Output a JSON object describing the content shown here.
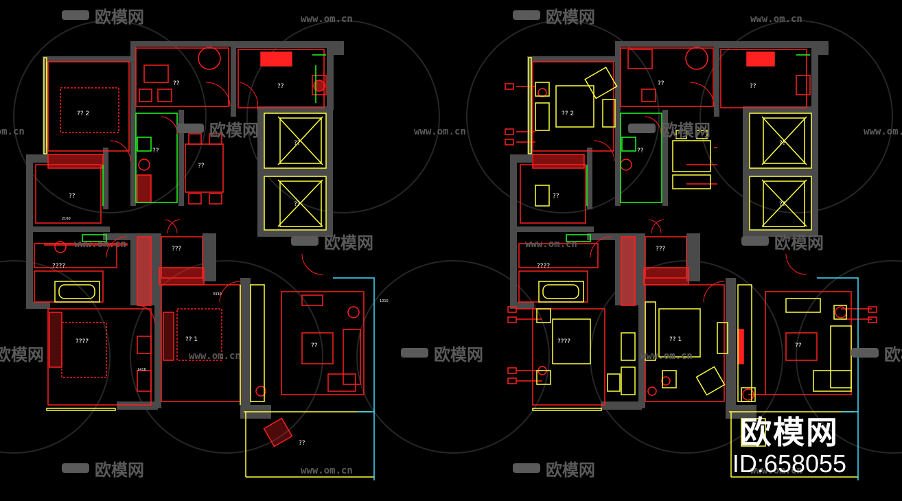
{
  "watermark": {
    "brand_text": "欧模网",
    "url_text": "www.om.cn",
    "id_text": "ID:658055"
  },
  "plans": [
    {
      "name": "plan-left",
      "rooms": [
        {
          "key": "room-bedroom-2",
          "label": "?? 2"
        },
        {
          "key": "room-kitchen-a",
          "label": "??"
        },
        {
          "key": "room-kitchen-b",
          "label": "??"
        },
        {
          "key": "room-bath-small",
          "label": "??"
        },
        {
          "key": "room-dining",
          "label": "??"
        },
        {
          "key": "room-elevator-1",
          "label": "??"
        },
        {
          "key": "room-elevator-2",
          "label": "??"
        },
        {
          "key": "room-study",
          "label": "??"
        },
        {
          "key": "room-cloak",
          "label": "???"
        },
        {
          "key": "room-bath-main",
          "label": "????"
        },
        {
          "key": "room-master",
          "label": "????"
        },
        {
          "key": "room-bedroom-1",
          "label": "?? 1"
        },
        {
          "key": "room-living",
          "label": "??"
        },
        {
          "key": "room-balcony",
          "label": "??"
        }
      ],
      "dims": [
        "2160",
        "1416",
        "3330",
        "1010"
      ]
    },
    {
      "name": "plan-right",
      "rooms": [
        {
          "key": "room-bedroom-2",
          "label": "?? 2"
        },
        {
          "key": "room-kitchen-a",
          "label": "??"
        },
        {
          "key": "room-kitchen-b",
          "label": "??"
        },
        {
          "key": "room-bath-small",
          "label": "??"
        },
        {
          "key": "room-elevator-1",
          "label": "??"
        },
        {
          "key": "room-elevator-2",
          "label": "??"
        },
        {
          "key": "room-study",
          "label": "??"
        },
        {
          "key": "room-cloak",
          "label": "???"
        },
        {
          "key": "room-bath-main",
          "label": "????"
        },
        {
          "key": "room-master",
          "label": "????"
        },
        {
          "key": "room-bedroom-1",
          "label": "?? 1"
        },
        {
          "key": "room-living",
          "label": "??"
        }
      ]
    }
  ],
  "colors": {
    "background": "#000000",
    "wall": "#4a4a4a",
    "red": "#ff2020",
    "yellow": "#ffff40",
    "green": "#20ff20",
    "cyan": "#40e0ff",
    "white": "#e8e8e8",
    "watermark": "#5a5a5a"
  }
}
